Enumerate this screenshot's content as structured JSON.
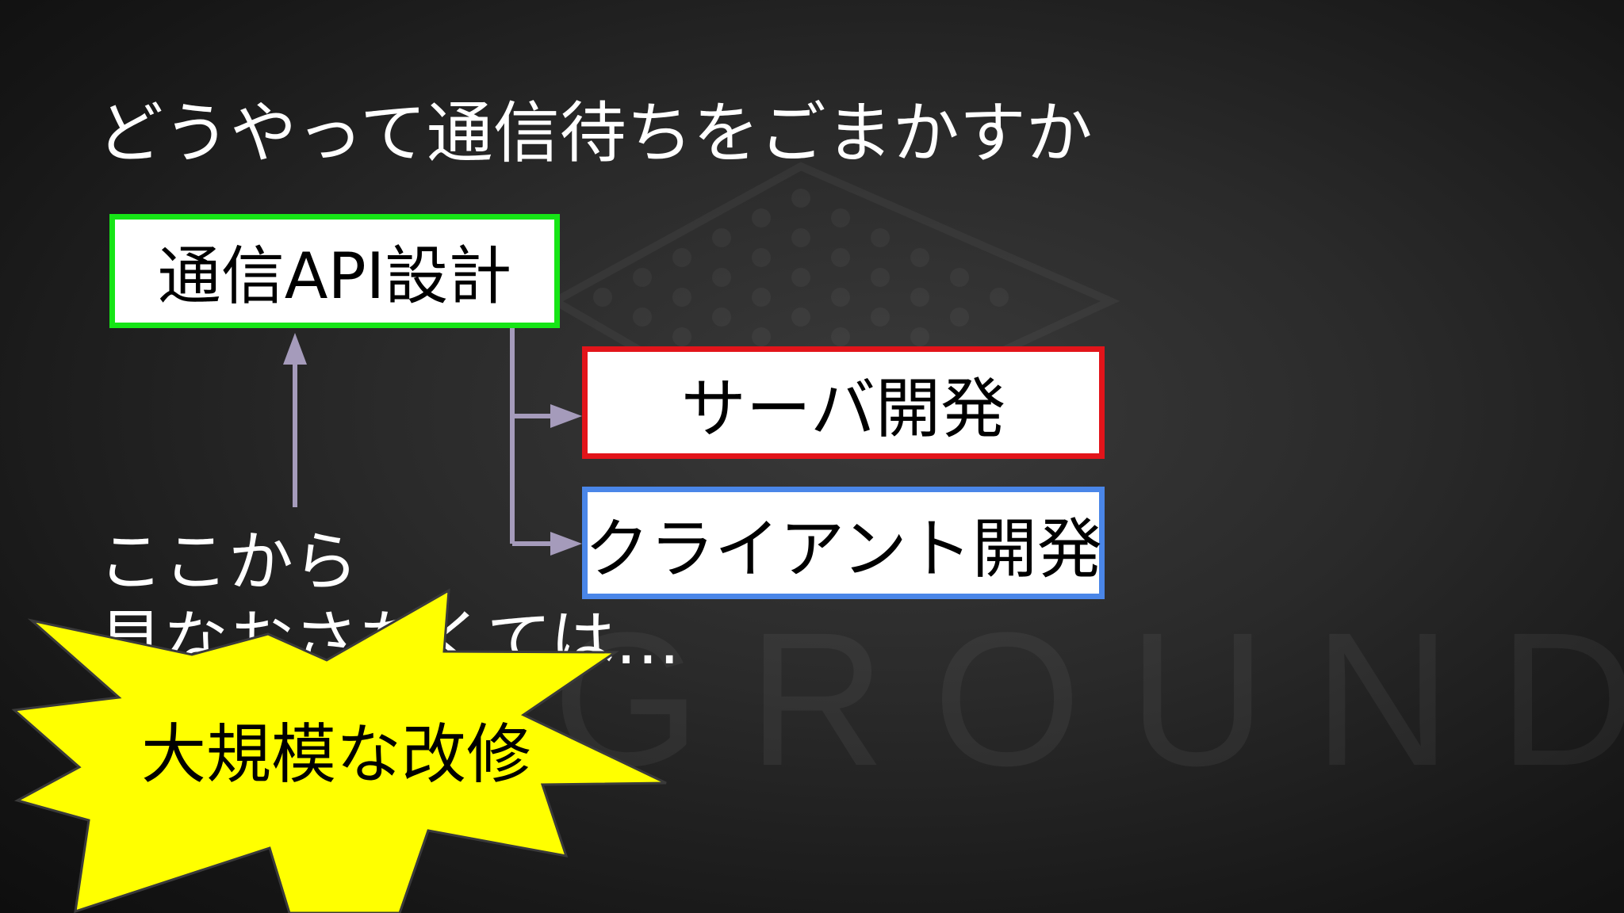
{
  "slide": {
    "title": "どうやって通信待ちをごまかすか",
    "box_api": "通信API設計",
    "box_server": "サーバ開発",
    "box_client": "クライアント開発",
    "caption_line1": "ここから",
    "caption_line2": "見なおさなくては…",
    "burst_label": "大規模な改修",
    "watermark_text": "GROUND"
  },
  "colors": {
    "api_border": "#16e516",
    "server_border": "#e2141a",
    "client_border": "#4a86e8",
    "arrow": "#a59bbb",
    "burst_fill": "#ffff00"
  }
}
